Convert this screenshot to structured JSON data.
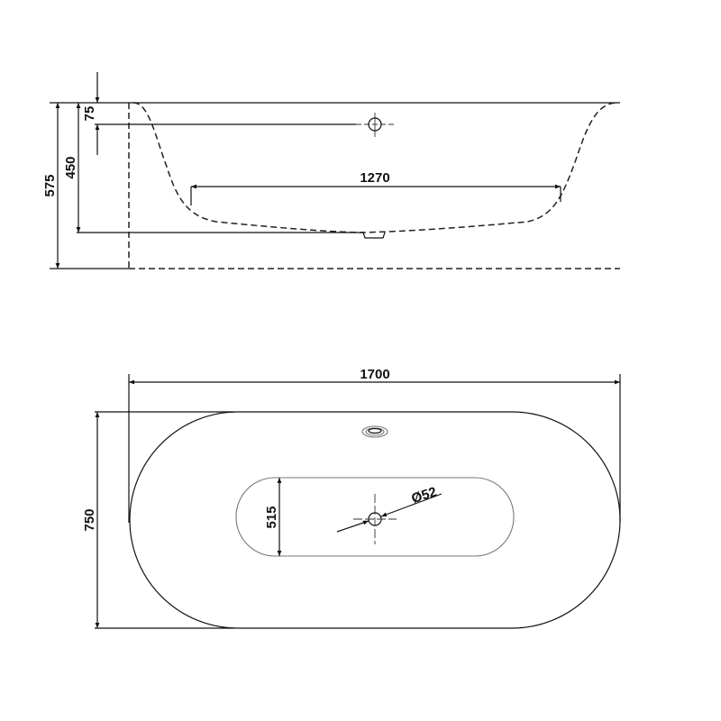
{
  "side_view": {
    "dims": {
      "overall_height": "575",
      "inner_depth": "450",
      "overflow_offset": "75",
      "inner_length": "1270"
    }
  },
  "top_view": {
    "dims": {
      "overall_length": "1700",
      "overall_width": "750",
      "floor_width": "515",
      "drain_diameter": "Ø52"
    }
  }
}
